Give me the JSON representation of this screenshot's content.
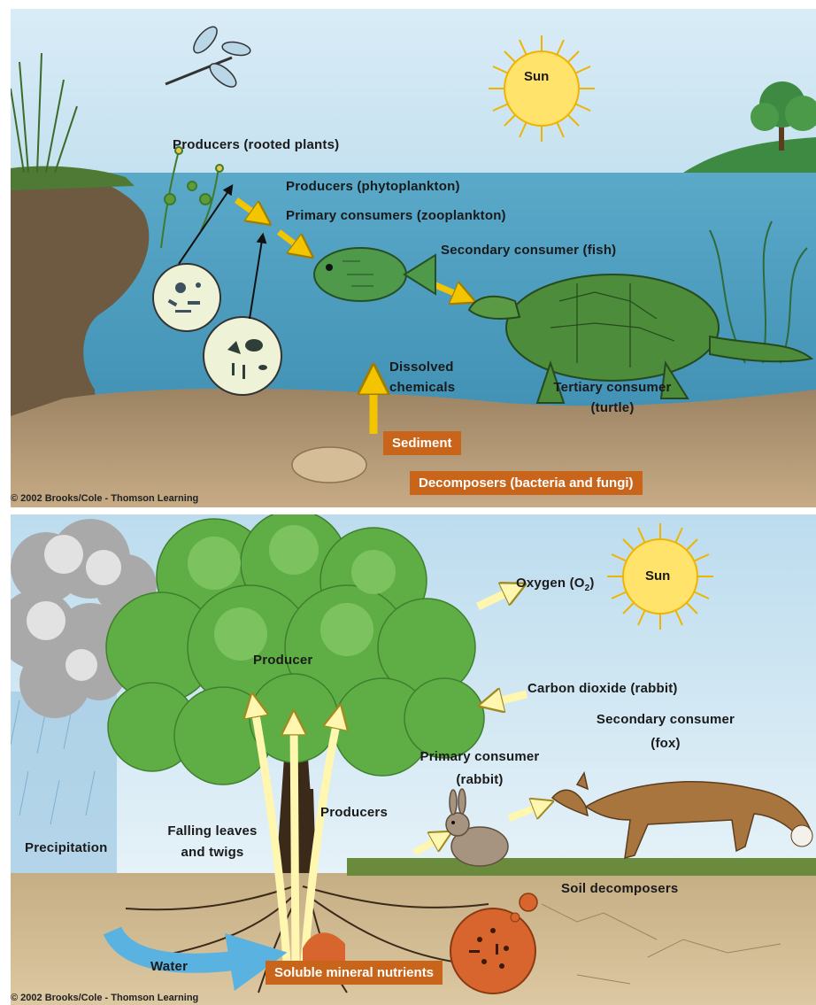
{
  "aquatic": {
    "sun": "Sun",
    "labels": {
      "rooted_plants": "Producers (rooted plants)",
      "phytoplankton": "Producers (phytoplankton)",
      "zooplankton": "Primary consumers (zooplankton)",
      "fish": "Secondary consumer (fish)",
      "dissolved_1": "Dissolved",
      "dissolved_2": "chemicals",
      "turtle_1": "Tertiary consumer",
      "turtle_2": "(turtle)",
      "sediment": "Sediment",
      "decomposers": "Decomposers (bacteria and fungi)"
    },
    "copyright": "© 2002 Brooks/Cole - Thomson Learning"
  },
  "terrestrial": {
    "sun": "Sun",
    "labels": {
      "oxygen": "Oxygen (O",
      "oxygen_sub": "2",
      "oxygen_close": ")",
      "producer": "Producer",
      "carbon_dioxide": "Carbon dioxide (rabbit)",
      "secondary_1": "Secondary consumer",
      "secondary_2": "(fox)",
      "primary_1": "Primary consumer",
      "primary_2": "(rabbit)",
      "producers": "Producers",
      "falling_1": "Falling leaves",
      "falling_2": "and twigs",
      "precipitation": "Precipitation",
      "soil_decomposers": "Soil decomposers",
      "water": "Water",
      "nutrients": "Soluble mineral nutrients"
    },
    "copyright": "© 2002 Brooks/Cole - Thomson Learning"
  },
  "colors": {
    "sky_top": "#cfe6f3",
    "water": "#4f9fc1",
    "soil": "#b79a72",
    "tree": "#5fae45",
    "arrow": "#f2c500",
    "box": "#c8651b",
    "sun": "#ffe36a"
  }
}
